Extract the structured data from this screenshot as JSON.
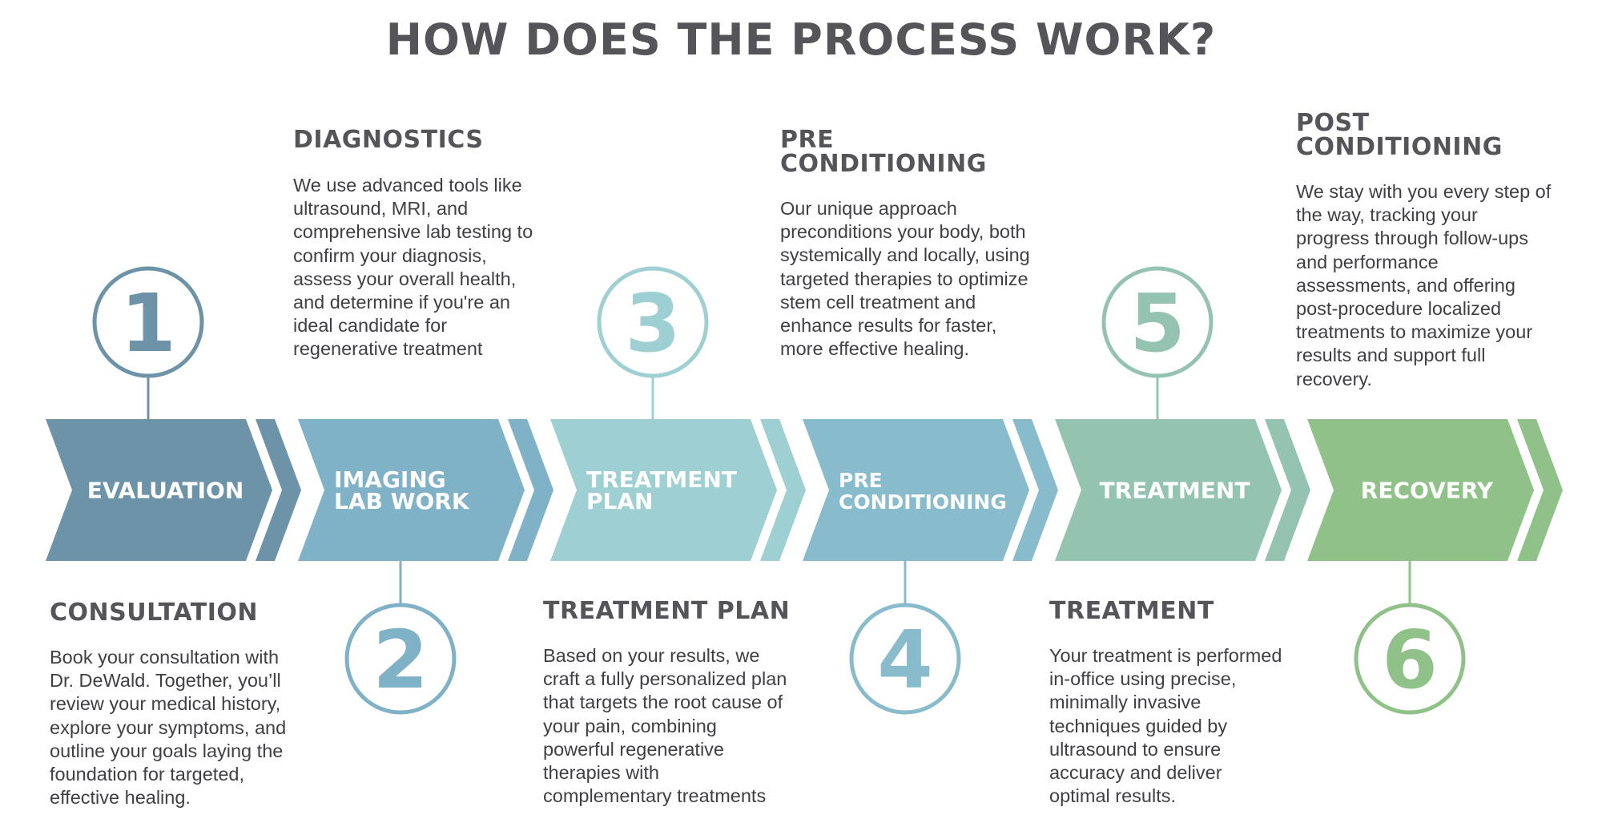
{
  "title": "HOW DOES THE PROCESS WORK?",
  "colors": {
    "s1": "#6c93a8",
    "s2": "#7fb1c7",
    "s3": "#9ecfd2",
    "s4": "#88bccc",
    "s5": "#95c3b2",
    "s6": "#8fc189",
    "text_dark": "#555559"
  },
  "steps": [
    {
      "number": "1",
      "chevron_label": "EVALUATION",
      "heading": "CONSULTATION",
      "text": "Book your consultation with\nDr. DeWald. Together, you’ll\nreview your medical history,\nexplore your symptoms, and\noutline your goals laying the\nfoundation for targeted,\neffective healing."
    },
    {
      "number": "2",
      "chevron_label": "IMAGING\nLAB WORK",
      "heading": "DIAGNOSTICS",
      "text": "We use advanced tools like\nultrasound, MRI, and\ncomprehensive lab testing to\nconfirm your diagnosis,\nassess your overall health,\nand determine if you're an\nideal candidate for\nregenerative treatment"
    },
    {
      "number": "3",
      "chevron_label": "TREATMENT\nPLAN",
      "heading": "TREATMENT PLAN",
      "text": "Based on your results, we\ncraft a fully personalized plan\nthat targets the root cause of\nyour pain, combining\npowerful regenerative\ntherapies with\ncomplementary treatments"
    },
    {
      "number": "4",
      "chevron_label": "PRE\nCONDITIONING",
      "heading": "PRE\nCONDITIONING",
      "text": "Our unique approach\npreconditions your body, both\nsystemically and locally, using\ntargeted therapies to optimize\nstem cell treatment and\nenhance results for faster,\nmore effective healing."
    },
    {
      "number": "5",
      "chevron_label": "TREATMENT",
      "heading": "TREATMENT",
      "text": "Your treatment is performed\nin-office using precise,\nminimally invasive\ntechniques guided by\nultrasound to ensure\naccuracy and deliver\noptimal results."
    },
    {
      "number": "6",
      "chevron_label": "RECOVERY",
      "heading": "POST\nCONDITIONING",
      "text": "We stay with you every step of\nthe way, tracking your\nprogress through follow-ups\nand performance\nassessments, and offering\npost-procedure localized\ntreatments to maximize your\nresults and support full\nrecovery."
    }
  ]
}
